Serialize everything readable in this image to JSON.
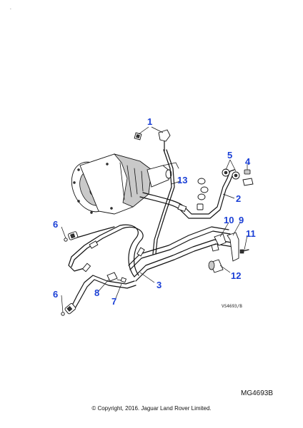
{
  "callouts": [
    "1",
    "2",
    "3",
    "4",
    "5",
    "6",
    "6",
    "7",
    "8",
    "9",
    "10",
    "11",
    "12",
    "13"
  ],
  "drawing_ref": "VS4693/B",
  "part_code": "MG4693B",
  "copyright": "© Copyright, 2016. Jaguar Land Rover Limited.",
  "colors": {
    "callout": "#1a3fd6",
    "lines": "#111111"
  }
}
